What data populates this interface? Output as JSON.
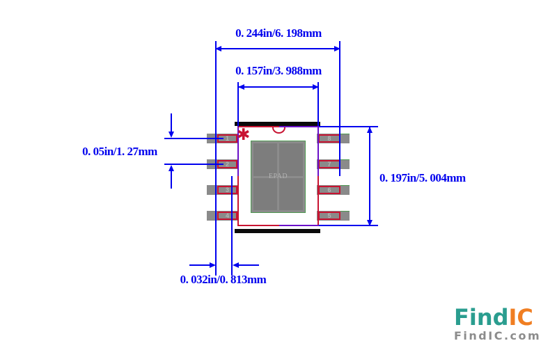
{
  "diagram": {
    "title": "IC package land-pattern dimension drawing, 8-pin with exposed pad",
    "dimensions": {
      "overall_width": "0. 244in/6. 198mm",
      "body_width": "0. 157in/3. 988mm",
      "pin_pitch": "0. 05in/1. 27mm",
      "body_height": "0. 197in/5. 004mm",
      "pad_offset": "0. 032in/0. 813mm"
    },
    "package": {
      "epad_label": "EPAD",
      "pin1_marker": "✱",
      "left_pin_numbers": [
        "1",
        "2",
        "3",
        "4"
      ],
      "right_pin_numbers": [
        "8",
        "7",
        "6",
        "5"
      ]
    },
    "colors": {
      "dimension_blue": "#0000ee",
      "outline_red": "#c81432",
      "overlap_purple": "#6a10c8",
      "pad_gray": "#8a8a8a",
      "epad_fill_gray": "#8c8c8c",
      "epad_green": "#4e9a52",
      "bar_black": "#0a0a0a",
      "logo_teal": "#2a9d8f",
      "logo_orange": "#f07e22",
      "logo_gray": "#8c8c8c"
    }
  },
  "logo": {
    "find": "Find",
    "ic": "IC",
    "domain": "FindIC.com"
  }
}
